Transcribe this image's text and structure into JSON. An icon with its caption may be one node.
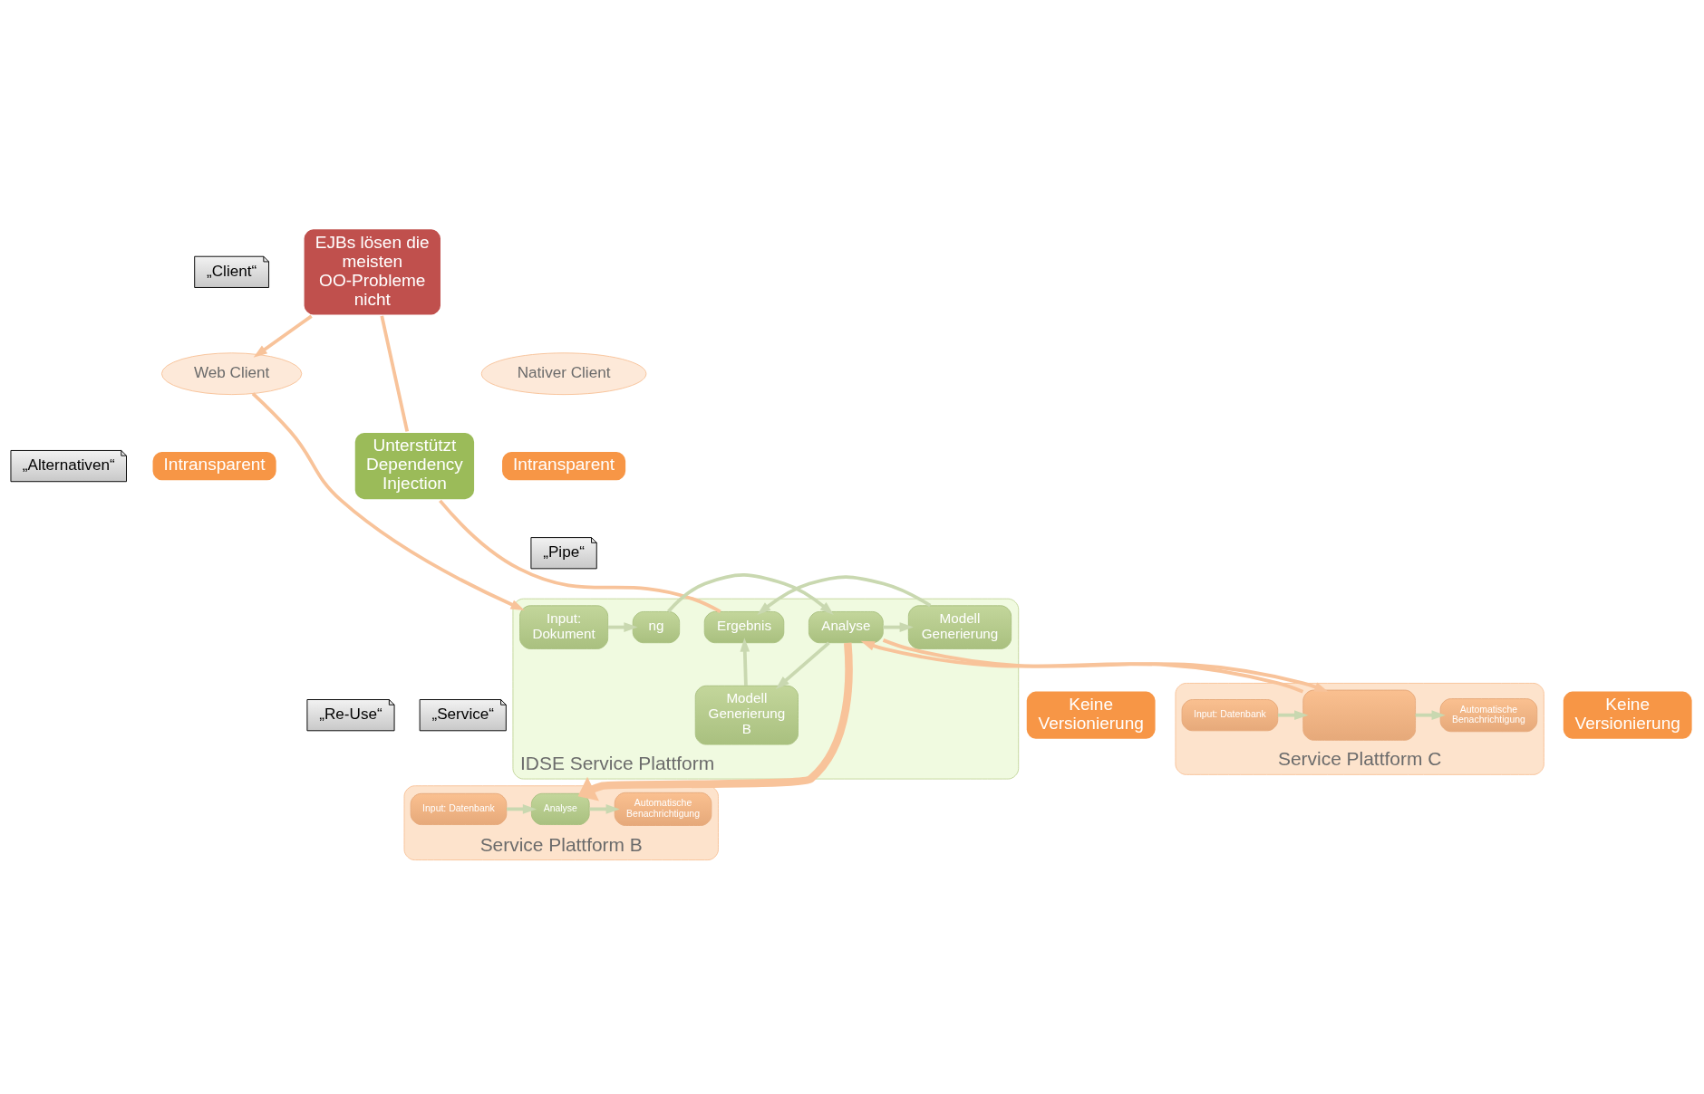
{
  "diagram": {
    "nodes": [
      {
        "text": [
          "Web Client"
        ]
      },
      {
        "text": [
          "Nativer Client"
        ]
      },
      {
        "text": [
          "„Client“"
        ]
      },
      {
        "text": [
          "EJBs lösen die meisten OO-Probleme nicht"
        ]
      },
      {
        "text": [
          "Unterstützt Dependency Injection"
        ]
      },
      {
        "text": [
          "Intransparent"
        ]
      },
      {
        "text": [
          "„Pipe“"
        ]
      },
      {
        "text": [
          "Intransparent"
        ]
      },
      {
        "text": [
          "„Alternativen“"
        ]
      },
      {
        "text": [
          "IDSE Service Plattform"
        ]
      },
      {
        "text": [
          "Input: Dokument"
        ],
        "in": 9
      },
      {
        "text": [
          "ng"
        ],
        "in": 9
      },
      {
        "text": [
          "Analyse"
        ],
        "in": 9
      },
      {
        "text": [
          "Modell Generierung B"
        ],
        "in": 9
      },
      {
        "text": [
          "Modell Generierung"
        ],
        "in": 9
      },
      {
        "text": [
          "Ergebnis"
        ],
        "in": 9
      },
      {
        "text": [
          "Keine Versionierung"
        ]
      },
      {
        "text": [
          "„Re-Use“"
        ]
      },
      {
        "text": [
          "Keine Versionierung"
        ]
      },
      {
        "text": [
          "„Service“"
        ]
      },
      {
        "text": [
          "Service Plattform B"
        ]
      },
      {
        "text": [
          "Input: Datenbank"
        ],
        "in": 20
      },
      {
        "text": [
          "Analyse"
        ],
        "in": 20
      },
      {
        "text": [
          "Automatische Benachrichtigung"
        ],
        "in": 20
      },
      {
        "text": [
          "Service Plattform C"
        ]
      },
      {
        "text": [
          "Input: Datenbank"
        ],
        "in": 24
      },
      {
        "text": [],
        "shape": "box",
        "in": 24
      },
      {
        "text": [
          "Automatische Benachrichtigung"
        ],
        "in": 24
      }
    ],
    "edges": [
      {
        "from": 3,
        "to": 0,
        "arrow": "to",
        "color": "#f8c39a"
      },
      {
        "from": 0,
        "to": 10,
        "arrow": "to",
        "color": "#f8c39a"
      },
      {
        "from": 3,
        "to": 4,
        "arrow": "none",
        "color": "#f8c39a"
      },
      {
        "from": 4,
        "to": 15,
        "arrow": "none",
        "color": "#f8c39a"
      },
      {
        "from": 10,
        "to": 11,
        "arrow": "to"
      },
      {
        "from": 11,
        "to": 12,
        "arrow": "to"
      },
      {
        "from": 12,
        "to": 13,
        "arrow": "to"
      },
      {
        "from": 12,
        "to": 14,
        "arrow": "to"
      },
      {
        "from": 13,
        "to": 15,
        "arrow": "to"
      },
      {
        "from": 14,
        "to": 15,
        "arrow": "to"
      },
      {
        "from": 12,
        "to": 22,
        "arrow": "to",
        "style": "thick",
        "color": "#f8c39a"
      },
      {
        "from": 12,
        "to": 26,
        "arrow": "to",
        "color": "#f8c39a"
      },
      {
        "from": 26,
        "to": 12,
        "arrow": "to",
        "color": "#f8c39a"
      },
      {
        "from": 21,
        "to": 22,
        "arrow": "to"
      },
      {
        "from": 22,
        "to": 23,
        "arrow": "to"
      },
      {
        "from": 25,
        "to": 26,
        "arrow": "to"
      },
      {
        "from": 26,
        "to": 27,
        "arrow": "to"
      }
    ]
  }
}
